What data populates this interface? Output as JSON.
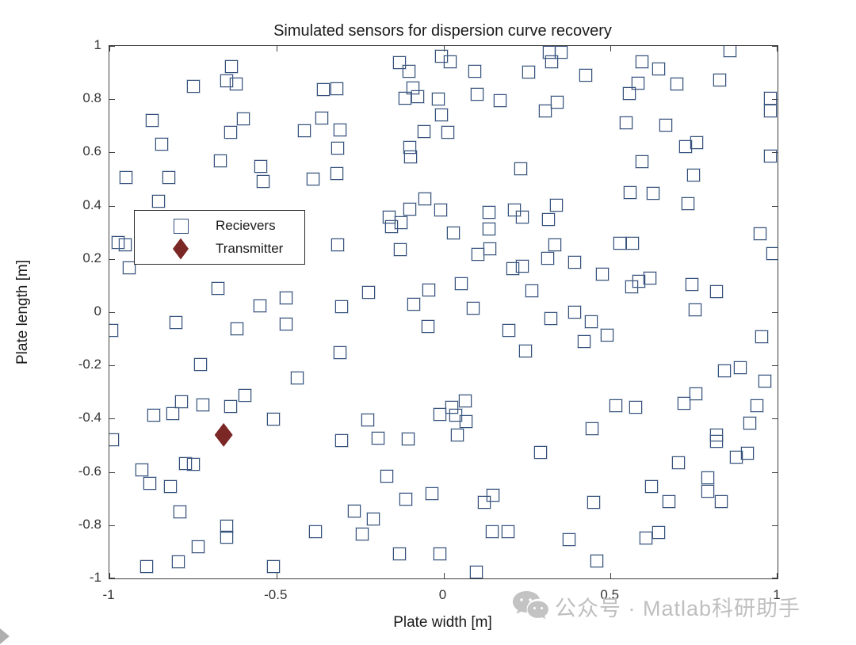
{
  "chart_data": {
    "type": "scatter",
    "title": "Simulated sensors for dispersion curve recovery",
    "xlabel": "Plate width [m]",
    "ylabel": "Plate length [m]",
    "xlim": [
      -1,
      1
    ],
    "ylim": [
      -1,
      1
    ],
    "grid": false,
    "box": true,
    "xticks": {
      "values": [
        -1,
        -0.5,
        0,
        0.5,
        1
      ],
      "labels": [
        "-1",
        "-0.5",
        "0",
        "0.5",
        "1"
      ]
    },
    "yticks": {
      "values": [
        1,
        0.8,
        0.6,
        0.4,
        0.2,
        0,
        -0.2,
        -0.4,
        -0.6,
        -0.8,
        -1
      ],
      "labels": [
        "1",
        "0.8",
        "0.6",
        "0.4",
        "0.2",
        "0",
        "-0.2",
        "-0.4",
        "-0.6",
        "-0.8",
        "-1"
      ]
    },
    "legend": {
      "position": "upper-left-inside",
      "entries": [
        {
          "label": "Recievers",
          "marker": "open-square"
        },
        {
          "label": "Transmitter",
          "marker": "filled-diamond"
        }
      ]
    },
    "colors": {
      "receiver_edge": "#35517c",
      "transmitter_fill": "#7b2726",
      "axis": "#3f3f3f",
      "watermark": "#bfbfbf"
    },
    "series": [
      {
        "name": "Recievers",
        "marker": "open-square",
        "points": [
          [
            -0.634,
            0.923
          ],
          [
            -0.65,
            0.87
          ],
          [
            -0.62,
            0.857
          ],
          [
            -0.748,
            0.848
          ],
          [
            -0.872,
            0.721
          ],
          [
            -0.599,
            0.725
          ],
          [
            -0.636,
            0.676
          ],
          [
            -0.843,
            0.631
          ],
          [
            -0.667,
            0.568
          ],
          [
            -0.547,
            0.549
          ],
          [
            -0.132,
            0.938
          ],
          [
            -0.104,
            0.906
          ],
          [
            -0.359,
            0.836
          ],
          [
            -0.319,
            0.838
          ],
          [
            -0.092,
            0.841
          ],
          [
            -0.076,
            0.811
          ],
          [
            -0.114,
            0.804
          ],
          [
            -0.015,
            0.802
          ],
          [
            -0.365,
            0.73
          ],
          [
            -0.416,
            0.681
          ],
          [
            -0.31,
            0.685
          ],
          [
            -0.316,
            0.615
          ],
          [
            -0.058,
            0.678
          ],
          [
            -0.101,
            0.62
          ],
          [
            -0.098,
            0.583
          ],
          [
            -0.319,
            0.522
          ],
          [
            -0.39,
            0.5
          ],
          [
            -0.005,
            0.962
          ],
          [
            0.02,
            0.94
          ],
          [
            0.317,
            0.975
          ],
          [
            0.353,
            0.975
          ],
          [
            0.325,
            0.94
          ],
          [
            0.094,
            0.906
          ],
          [
            0.254,
            0.901
          ],
          [
            0.427,
            0.889
          ],
          [
            0.102,
            0.818
          ],
          [
            0.17,
            0.794
          ],
          [
            0.341,
            0.79
          ],
          [
            0.306,
            0.755
          ],
          [
            -0.006,
            0.741
          ],
          [
            0.012,
            0.676
          ],
          [
            0.231,
            0.539
          ],
          [
            0.858,
            0.982
          ],
          [
            0.595,
            0.94
          ],
          [
            0.644,
            0.915
          ],
          [
            0.583,
            0.861
          ],
          [
            0.556,
            0.821
          ],
          [
            0.699,
            0.858
          ],
          [
            0.826,
            0.871
          ],
          [
            0.978,
            0.805
          ],
          [
            0.978,
            0.757
          ],
          [
            0.547,
            0.712
          ],
          [
            0.666,
            0.702
          ],
          [
            0.759,
            0.638
          ],
          [
            0.725,
            0.623
          ],
          [
            0.978,
            0.585
          ],
          [
            0.595,
            0.565
          ],
          [
            0.749,
            0.515
          ],
          [
            -0.95,
            0.505
          ],
          [
            -0.822,
            0.506
          ],
          [
            -0.54,
            0.49
          ],
          [
            -0.854,
            0.416
          ],
          [
            -0.975,
            0.262
          ],
          [
            -0.952,
            0.252
          ],
          [
            -0.941,
            0.168
          ],
          [
            -0.676,
            0.09
          ],
          [
            -0.549,
            0.025
          ],
          [
            -0.056,
            0.426
          ],
          [
            -0.1,
            0.386
          ],
          [
            -0.009,
            0.385
          ],
          [
            -0.163,
            0.356
          ],
          [
            -0.155,
            0.321
          ],
          [
            -0.128,
            0.336
          ],
          [
            -0.316,
            0.252
          ],
          [
            -0.129,
            0.234
          ],
          [
            -0.47,
            0.054
          ],
          [
            -0.224,
            0.073
          ],
          [
            -0.306,
            0.022
          ],
          [
            -0.09,
            0.03
          ],
          [
            -0.045,
            0.083
          ],
          [
            0.137,
            0.376
          ],
          [
            0.213,
            0.383
          ],
          [
            0.236,
            0.356
          ],
          [
            0.337,
            0.401
          ],
          [
            0.315,
            0.349
          ],
          [
            0.029,
            0.297
          ],
          [
            0.137,
            0.312
          ],
          [
            0.139,
            0.237
          ],
          [
            0.104,
            0.217
          ],
          [
            0.333,
            0.252
          ],
          [
            0.311,
            0.202
          ],
          [
            0.393,
            0.188
          ],
          [
            0.208,
            0.163
          ],
          [
            0.237,
            0.173
          ],
          [
            0.476,
            0.143
          ],
          [
            0.054,
            0.108
          ],
          [
            0.265,
            0.08
          ],
          [
            0.088,
            0.015
          ],
          [
            0.559,
            0.45
          ],
          [
            0.628,
            0.445
          ],
          [
            0.731,
            0.409
          ],
          [
            0.528,
            0.259
          ],
          [
            0.565,
            0.259
          ],
          [
            0.948,
            0.294
          ],
          [
            0.985,
            0.22
          ],
          [
            0.619,
            0.128
          ],
          [
            0.585,
            0.115
          ],
          [
            0.563,
            0.094
          ],
          [
            0.743,
            0.105
          ],
          [
            0.818,
            0.078
          ],
          [
            0.753,
            0.01
          ],
          [
            -0.992,
            -0.069
          ],
          [
            -0.8,
            -0.04
          ],
          [
            -0.618,
            -0.062
          ],
          [
            -0.727,
            -0.196
          ],
          [
            -0.784,
            -0.335
          ],
          [
            -0.81,
            -0.38
          ],
          [
            -0.866,
            -0.387
          ],
          [
            -0.719,
            -0.347
          ],
          [
            -0.636,
            -0.355
          ],
          [
            -0.594,
            -0.313
          ],
          [
            -0.51,
            -0.403
          ],
          [
            -0.99,
            -0.48
          ],
          [
            -0.47,
            -0.045
          ],
          [
            -0.046,
            -0.054
          ],
          [
            -0.31,
            -0.151
          ],
          [
            -0.438,
            -0.246
          ],
          [
            -0.227,
            -0.405
          ],
          [
            -0.195,
            -0.473
          ],
          [
            -0.306,
            -0.483
          ],
          [
            -0.106,
            -0.476
          ],
          [
            -0.01,
            -0.385
          ],
          [
            0.321,
            -0.025
          ],
          [
            0.392,
            0.0
          ],
          [
            0.442,
            -0.035
          ],
          [
            0.195,
            -0.068
          ],
          [
            0.42,
            -0.109
          ],
          [
            0.49,
            -0.086
          ],
          [
            0.246,
            -0.147
          ],
          [
            0.065,
            -0.332
          ],
          [
            0.025,
            -0.357
          ],
          [
            0.037,
            -0.387
          ],
          [
            0.067,
            -0.412
          ],
          [
            0.041,
            -0.461
          ],
          [
            0.516,
            -0.351
          ],
          [
            0.446,
            -0.437
          ],
          [
            0.291,
            -0.527
          ],
          [
            0.953,
            -0.092
          ],
          [
            0.84,
            -0.22
          ],
          [
            0.889,
            -0.208
          ],
          [
            0.962,
            -0.258
          ],
          [
            0.756,
            -0.307
          ],
          [
            0.719,
            -0.342
          ],
          [
            0.575,
            -0.357
          ],
          [
            0.939,
            -0.352
          ],
          [
            0.917,
            -0.417
          ],
          [
            0.817,
            -0.462
          ],
          [
            0.817,
            -0.485
          ],
          [
            -0.903,
            -0.591
          ],
          [
            -0.88,
            -0.644
          ],
          [
            -0.817,
            -0.656
          ],
          [
            -0.773,
            -0.567
          ],
          [
            -0.749,
            -0.571
          ],
          [
            -0.789,
            -0.751
          ],
          [
            -0.65,
            -0.804
          ],
          [
            -0.65,
            -0.845
          ],
          [
            -0.735,
            -0.882
          ],
          [
            -0.793,
            -0.937
          ],
          [
            -0.889,
            -0.956
          ],
          [
            -0.169,
            -0.616
          ],
          [
            -0.112,
            -0.703
          ],
          [
            -0.035,
            -0.683
          ],
          [
            -0.268,
            -0.748
          ],
          [
            -0.211,
            -0.776
          ],
          [
            -0.242,
            -0.834
          ],
          [
            -0.383,
            -0.825
          ],
          [
            -0.132,
            -0.907
          ],
          [
            -0.51,
            -0.955
          ],
          [
            0.148,
            -0.688
          ],
          [
            0.121,
            -0.713
          ],
          [
            0.45,
            -0.713
          ],
          [
            0.145,
            -0.824
          ],
          [
            0.193,
            -0.824
          ],
          [
            0.375,
            -0.854
          ],
          [
            -0.01,
            -0.907
          ],
          [
            0.46,
            -0.934
          ],
          [
            0.098,
            -0.976
          ],
          [
            0.877,
            -0.545
          ],
          [
            0.911,
            -0.53
          ],
          [
            0.703,
            -0.565
          ],
          [
            0.791,
            -0.622
          ],
          [
            0.791,
            -0.673
          ],
          [
            0.832,
            -0.711
          ],
          [
            0.622,
            -0.656
          ],
          [
            0.676,
            -0.71
          ],
          [
            0.643,
            -0.827
          ],
          [
            0.605,
            -0.847
          ]
        ]
      },
      {
        "name": "Transmitter",
        "marker": "filled-diamond",
        "points": [
          [
            -0.658,
            -0.461
          ]
        ]
      }
    ]
  },
  "watermark": {
    "text": "公众号 · Matlab科研助手",
    "icon": "wechat-bubbles-icon"
  }
}
